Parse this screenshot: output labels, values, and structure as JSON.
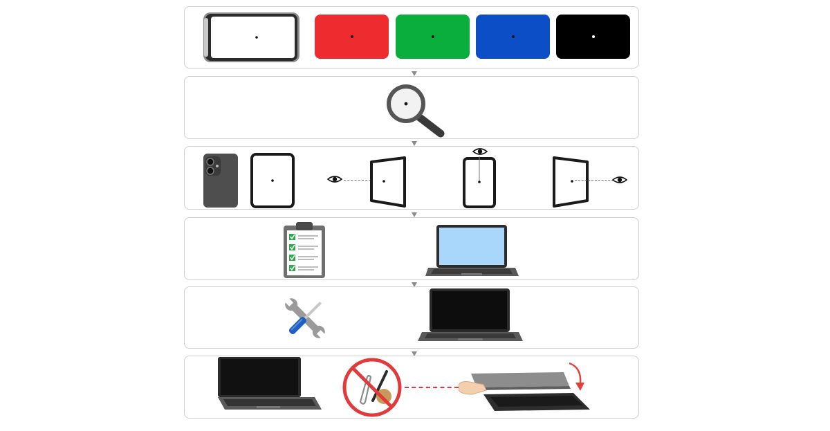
{
  "colors": {
    "panel_border": "#cfcfcf",
    "arrow": "#8a8a8a",
    "swatch_white": "#ffffff",
    "swatch_red": "#ee2b2f",
    "swatch_green": "#0aae3c",
    "swatch_blue": "#0b4ec6",
    "swatch_black": "#000000",
    "laptop_screen_lit": "#a9d6fb",
    "prohibition_red": "#e03a3a",
    "check_green": "#2da84a",
    "rotate_arrow": "#e0413b"
  },
  "steps": [
    {
      "id": "display-color-test",
      "icons": [
        "phone-white-screen",
        "red-screen",
        "green-screen",
        "blue-screen",
        "black-screen"
      ]
    },
    {
      "id": "inspect",
      "icons": [
        "magnifier-icon"
      ]
    },
    {
      "id": "viewing-angles",
      "icons": [
        "phone-back",
        "screen-front",
        "eye-icon",
        "screen-tilted-left",
        "eye-icon",
        "screen-top",
        "screen-tilted-right",
        "eye-icon"
      ]
    },
    {
      "id": "checklist",
      "icons": [
        "clipboard-checklist-icon",
        "laptop-screen-on"
      ]
    },
    {
      "id": "repair",
      "icons": [
        "wrench-screwdriver-icon",
        "laptop-screen-off"
      ]
    },
    {
      "id": "close-lid",
      "icons": [
        "laptop",
        "no-objects-icon",
        "hand-closing-lid",
        "rotate-arrow-icon"
      ]
    }
  ]
}
